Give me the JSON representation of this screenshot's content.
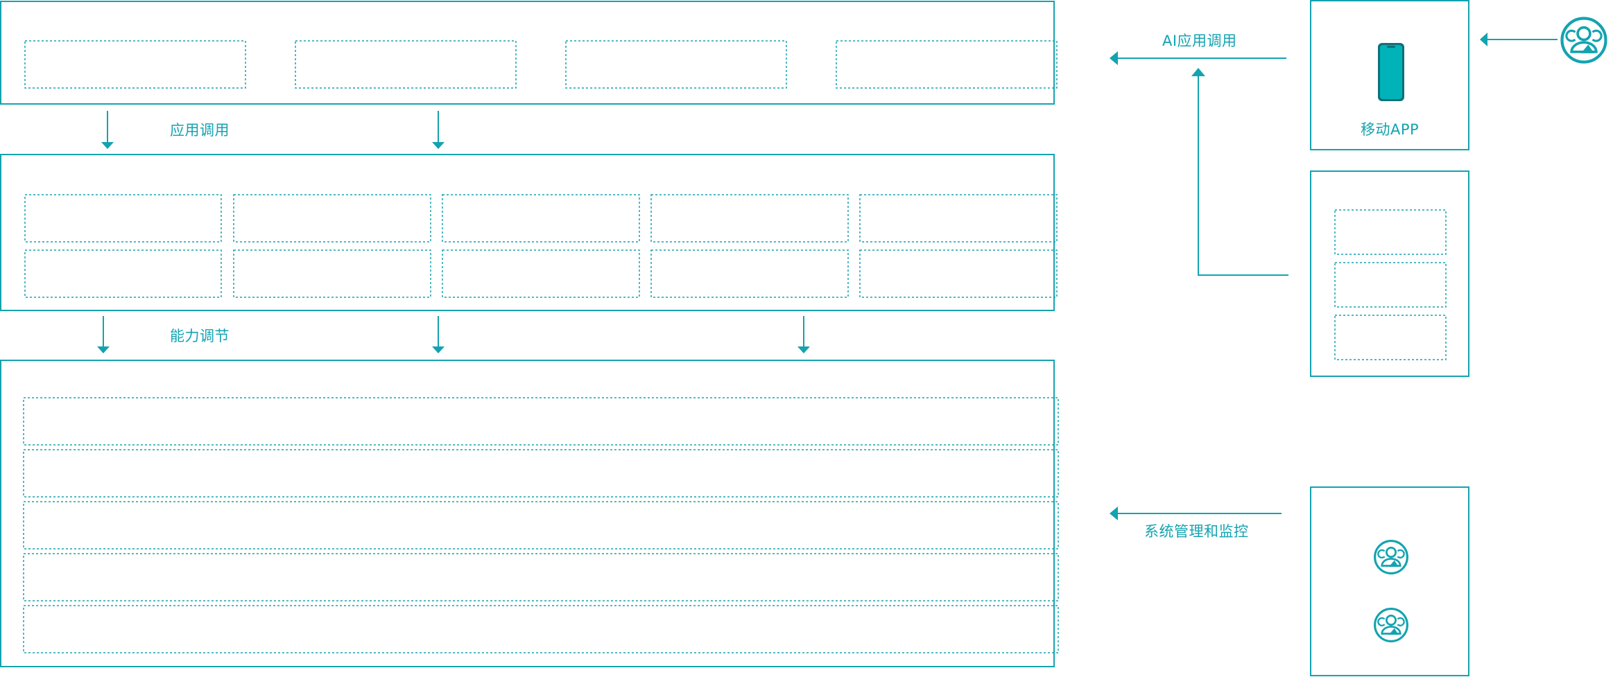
{
  "colors": {
    "accent": "#13a3b0",
    "phone_screen": "#00b3b8",
    "phone_body": "#0f6f78",
    "background": "#ffffff"
  },
  "labels": {
    "app_call": "应用调用",
    "ability_adjust": "能力调节",
    "ai_app_call": "AI应用调用",
    "mobile_app": "移动APP",
    "system_manage": "系统管理和监控"
  },
  "icons": {
    "user_group": "user-group-icon",
    "phone": "mobile-phone-icon",
    "arrow": "arrow-icon"
  }
}
